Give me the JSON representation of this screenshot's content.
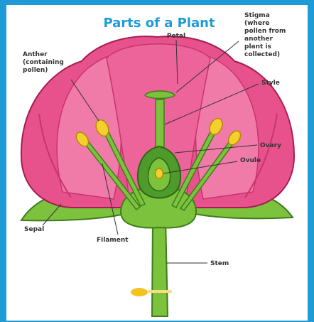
{
  "title": "Parts of a Plant",
  "labels": {
    "petal": "Petal",
    "stigma": [
      "Stigma",
      "(where",
      "pollen from",
      "another",
      "plant is",
      "collected)"
    ],
    "anther": [
      "Anther",
      "(containing",
      "pollen)"
    ],
    "style": "Style",
    "ovary": "Ovary",
    "ovule": "Ovule",
    "sepal": "Sepal",
    "filament": "Filament",
    "stem": "Stem"
  },
  "colors": {
    "frame": "#1e9bd7",
    "petal": "#e8528c",
    "petal_light": "#f07aa8",
    "petal_dark": "#c7346f",
    "green": "#7cc23c",
    "green_dark": "#3f7d1e",
    "anther": "#f3d02c"
  }
}
